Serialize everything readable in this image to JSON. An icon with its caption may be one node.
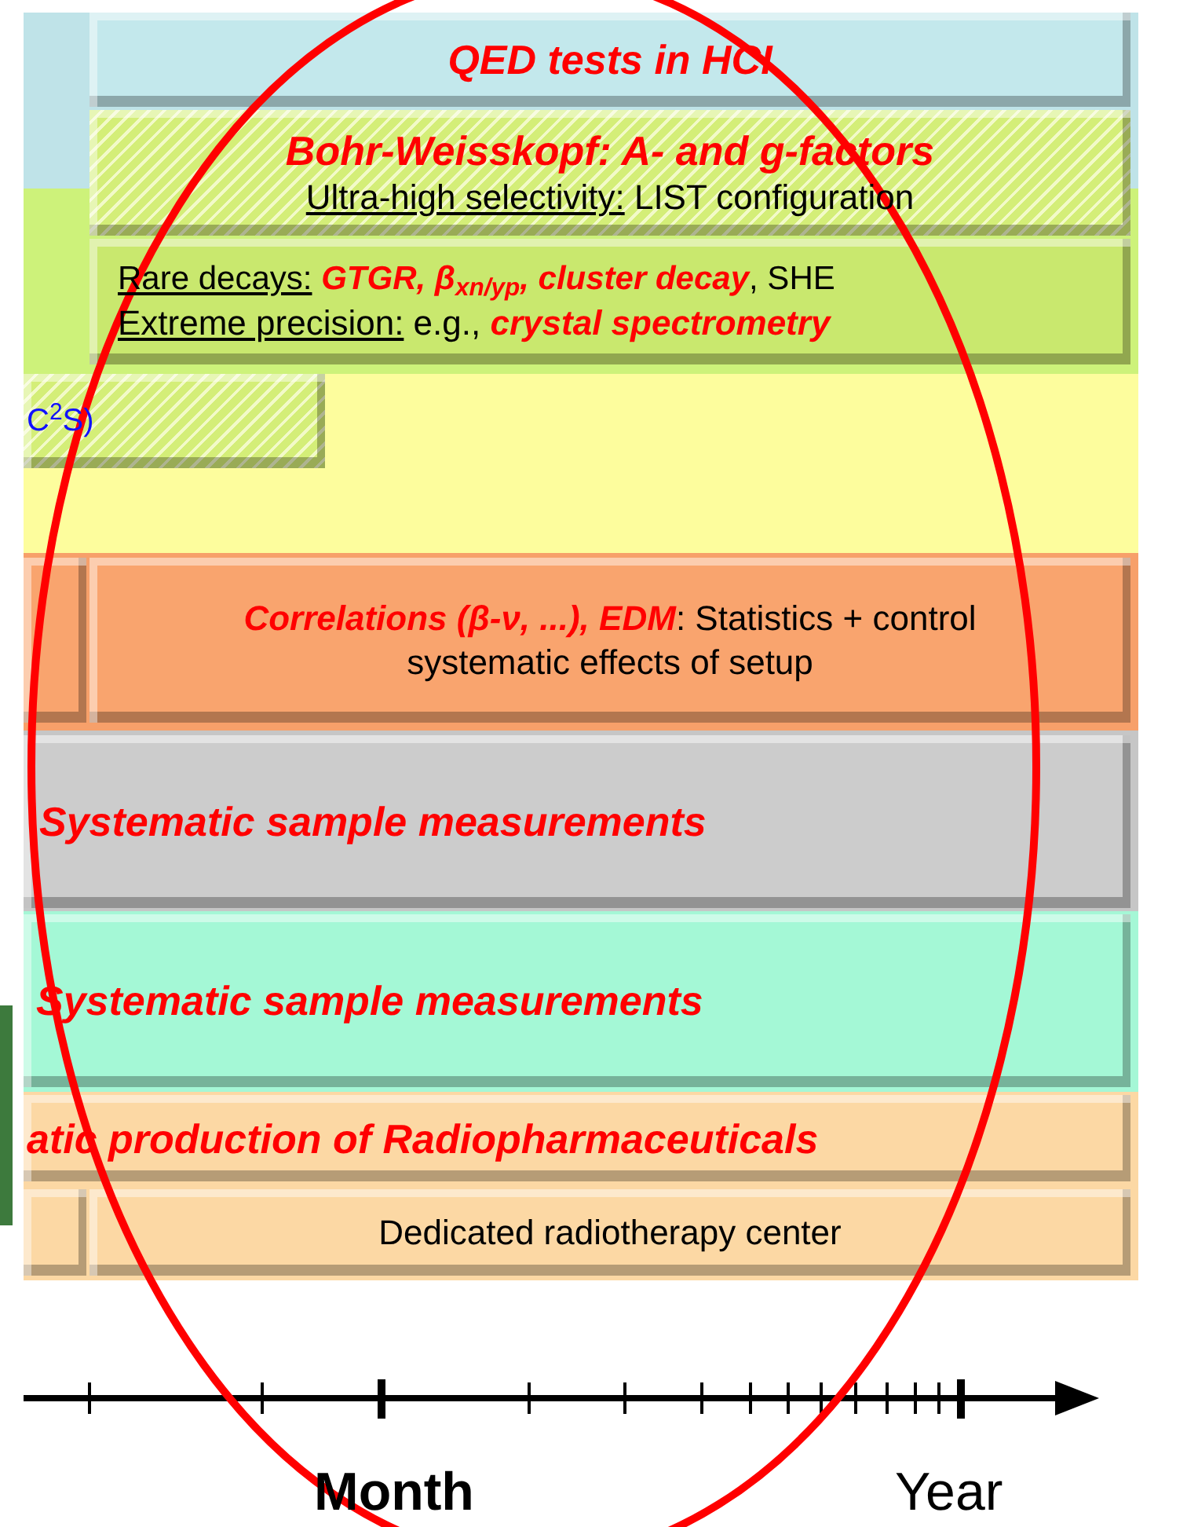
{
  "diagram": {
    "nodes": [
      {
        "text": [
          "QED tests in HCI"
        ]
      },
      {
        "text": [
          "Bohr-Weisskopf: A- and g-factors",
          "Ultra-high selectivity: LIST configuration"
        ]
      },
      {
        "text": [
          "Rare decays: **GTGR, β$_{xn/yp}$, cluster decay**, SHE",
          "Extreme precision: e.g., **crystal spectrometry**"
        ]
      },
      {
        "text": [
          "C$^{2}$S)"
        ]
      },
      {
        "text": [],
        "shape": "box"
      },
      {
        "text": [
          "**Correlations (β-ν, ...), EDM**: Statistics + control systematic effects of setup"
        ]
      },
      {
        "text": [
          "Systematic sample measurements"
        ]
      },
      {
        "text": [
          "Systematic sample measurements"
        ]
      },
      {
        "text": [
          "atic production of Radiopharmaceuticals"
        ]
      },
      {
        "text": [],
        "shape": "box"
      },
      {
        "text": [
          "Dedicated radiotherapy center"
        ]
      }
    ],
    "labels": [
      "Month",
      "Year"
    ]
  }
}
